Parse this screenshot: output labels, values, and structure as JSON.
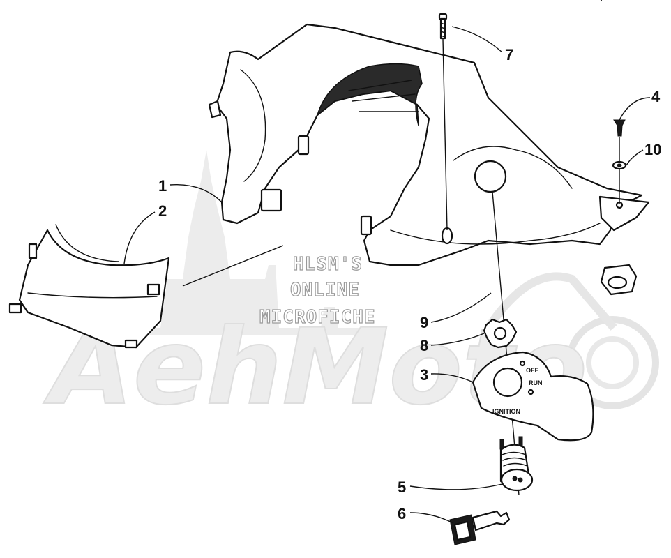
{
  "watermark": {
    "lines": [
      "HLSM'S",
      "ONLINE",
      "MICROFICHE"
    ],
    "logo_text": "AehMoto"
  },
  "ignition_plate": {
    "off_label": "OFF",
    "run_label": "RUN",
    "ignition_label": "IGNITION"
  },
  "callouts": [
    "1",
    "2",
    "3",
    "4",
    "5",
    "6",
    "7",
    "8",
    "9",
    "10"
  ],
  "colors": {
    "ink": "#111111",
    "watermark": "#9a9a9a",
    "background": "#ffffff"
  }
}
